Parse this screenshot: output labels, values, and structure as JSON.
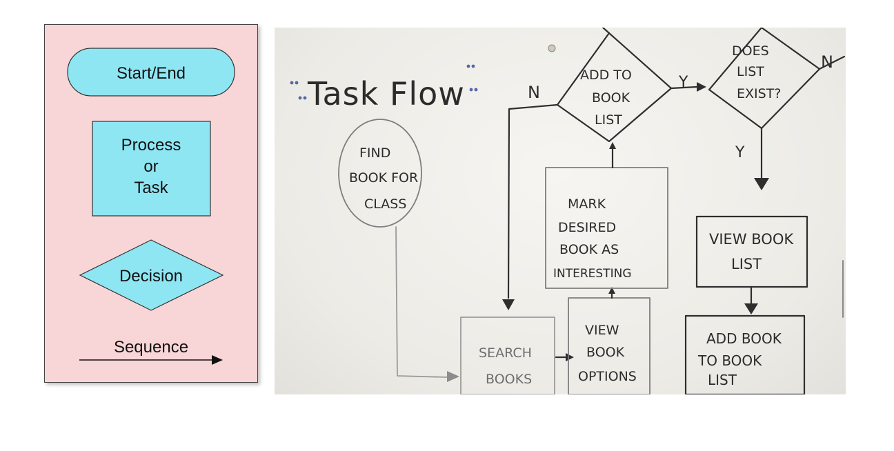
{
  "legend": {
    "start_end": "Start/End",
    "process_lines": [
      "Process",
      "or",
      "Task"
    ],
    "decision": "Decision",
    "sequence": "Sequence",
    "colors": {
      "panel": "#f8d5d6",
      "shape_fill": "#8ee6f3",
      "shape_border": "#333333"
    }
  },
  "whiteboard": {
    "title": "Task Flow",
    "nodes": {
      "find_book": [
        "FIND",
        "BOOK FOR",
        "CLASS"
      ],
      "search_books": [
        "SEARCH",
        "BOOKS"
      ],
      "view_book_options": [
        "VIEW",
        "BOOK",
        "OPTIONS"
      ],
      "mark_desired": [
        "MARK",
        "DESIRED",
        "BOOK AS",
        "INTERESTING"
      ],
      "add_to_book_list": [
        "ADD TO",
        "BOOK",
        "LIST"
      ],
      "does_list_exist": [
        "DOES",
        "LIST",
        "EXIST?"
      ],
      "view_book_list": [
        "VIEW BOOK",
        "LIST"
      ],
      "add_book_to_list": [
        "ADD BOOK",
        "TO BOOK",
        "LIST"
      ]
    },
    "edge_labels": {
      "add_no": "N",
      "add_yes": "Y",
      "exist_yes": "Y",
      "exist_no": "N"
    }
  }
}
